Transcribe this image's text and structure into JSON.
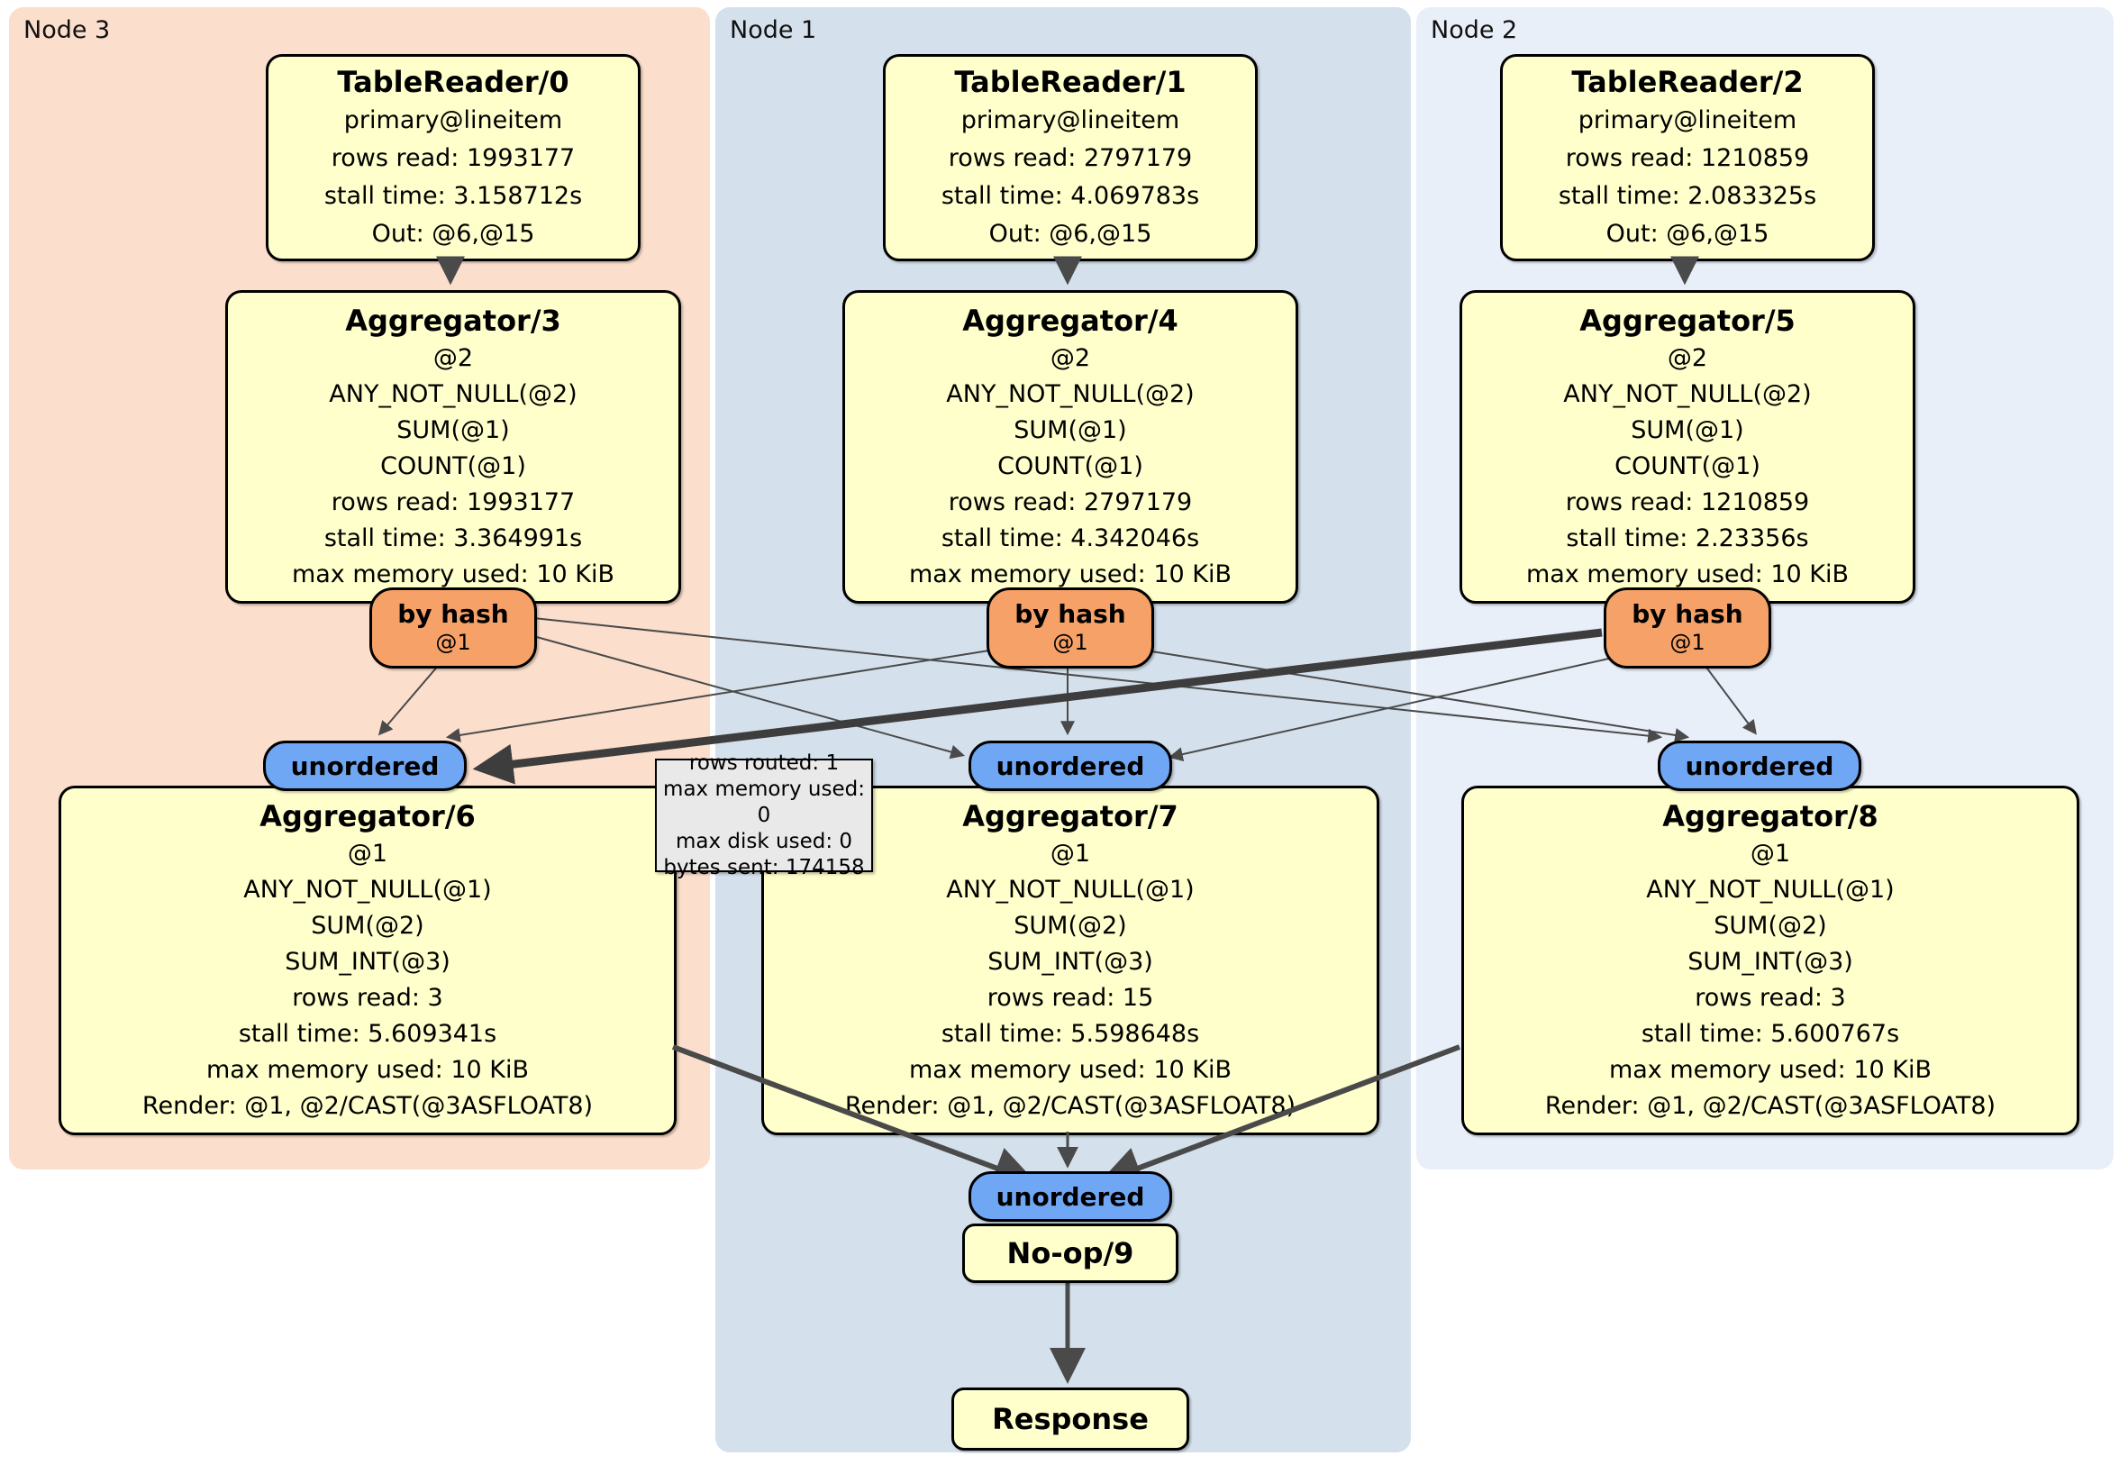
{
  "regions": {
    "node3": {
      "label": "Node 3"
    },
    "node1": {
      "label": "Node 1"
    },
    "node2": {
      "label": "Node 2"
    }
  },
  "boxes": {
    "tr0": {
      "title": "TableReader/0",
      "lines": [
        "primary@lineitem",
        "rows read: 1993177",
        "stall time: 3.158712s",
        "Out: @6,@15"
      ]
    },
    "tr1": {
      "title": "TableReader/1",
      "lines": [
        "primary@lineitem",
        "rows read: 2797179",
        "stall time: 4.069783s",
        "Out: @6,@15"
      ]
    },
    "tr2": {
      "title": "TableReader/2",
      "lines": [
        "primary@lineitem",
        "rows read: 1210859",
        "stall time: 2.083325s",
        "Out: @6,@15"
      ]
    },
    "agg3": {
      "title": "Aggregator/3",
      "lines": [
        "@2",
        "ANY_NOT_NULL(@2)",
        "SUM(@1)",
        "COUNT(@1)",
        "rows read: 1993177",
        "stall time: 3.364991s",
        "max memory used: 10 KiB"
      ]
    },
    "agg4": {
      "title": "Aggregator/4",
      "lines": [
        "@2",
        "ANY_NOT_NULL(@2)",
        "SUM(@1)",
        "COUNT(@1)",
        "rows read: 2797179",
        "stall time: 4.342046s",
        "max memory used: 10 KiB"
      ]
    },
    "agg5": {
      "title": "Aggregator/5",
      "lines": [
        "@2",
        "ANY_NOT_NULL(@2)",
        "SUM(@1)",
        "COUNT(@1)",
        "rows read: 1210859",
        "stall time: 2.23356s",
        "max memory used: 10 KiB"
      ]
    },
    "agg6": {
      "title": "Aggregator/6",
      "lines": [
        "@1",
        "ANY_NOT_NULL(@1)",
        "SUM(@2)",
        "SUM_INT(@3)",
        "rows read: 3",
        "stall time: 5.609341s",
        "max memory used: 10 KiB",
        "Render: @1, @2/CAST(@3ASFLOAT8)"
      ]
    },
    "agg7": {
      "title": "Aggregator/7",
      "lines": [
        "@1",
        "ANY_NOT_NULL(@1)",
        "SUM(@2)",
        "SUM_INT(@3)",
        "rows read: 15",
        "stall time: 5.598648s",
        "max memory used: 10 KiB",
        "Render: @1, @2/CAST(@3ASFLOAT8)"
      ]
    },
    "agg8": {
      "title": "Aggregator/8",
      "lines": [
        "@1",
        "ANY_NOT_NULL(@1)",
        "SUM(@2)",
        "SUM_INT(@3)",
        "rows read: 3",
        "stall time: 5.600767s",
        "max memory used: 10 KiB",
        "Render: @1, @2/CAST(@3ASFLOAT8)"
      ]
    },
    "noop": {
      "title": "No-op/9"
    },
    "response": {
      "title": "Response"
    }
  },
  "router": {
    "label": "by hash",
    "sub": "@1"
  },
  "stream": {
    "unordered_label": "unordered"
  },
  "tooltip": {
    "lines": [
      "rows routed: 1",
      "max memory used: 0",
      "max disk used: 0",
      "bytes sent: 174158"
    ]
  },
  "colors": {
    "node3_bg": "#fbdecb",
    "node1_bg": "#d4e1ec",
    "node2_bg": "#e9eff9",
    "operator_fill": "#ffffcc",
    "router_fill": "#f5a167",
    "stream_fill": "#70a7f5",
    "edge": "#4a4a4a",
    "edge_highlight": "#3d3d3d",
    "tooltip_bg": "#e9e9e9"
  }
}
